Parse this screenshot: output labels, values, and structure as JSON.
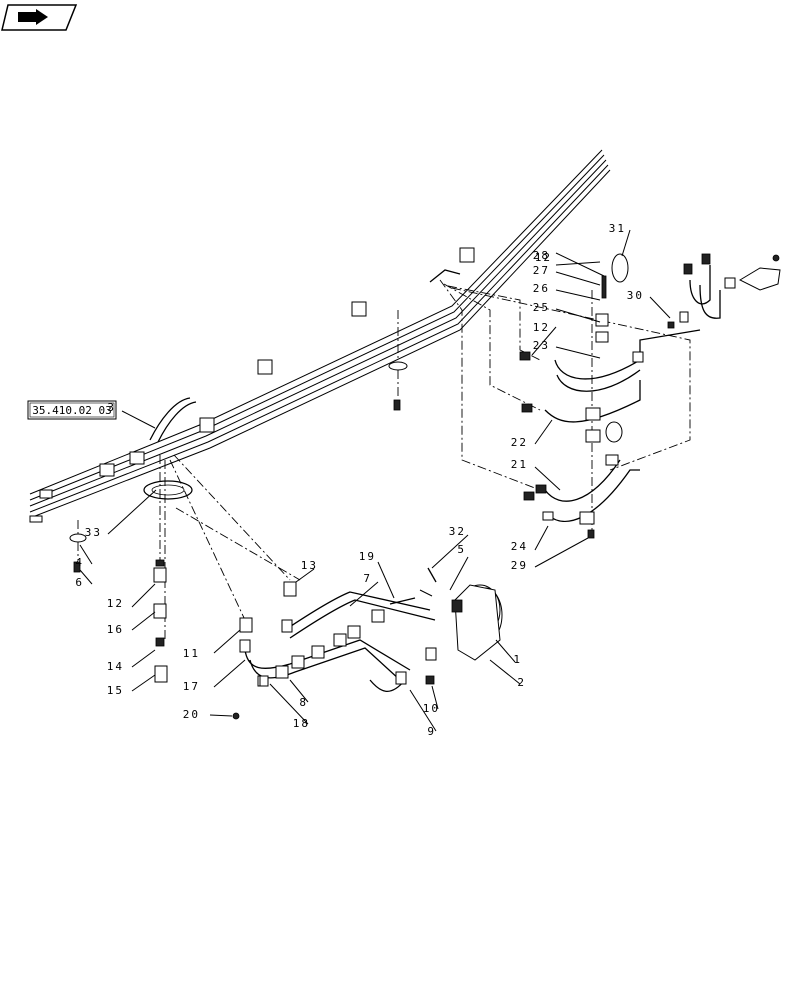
{
  "nav_icon": "page-back-arrow-icon",
  "reference_box": "35.410.02 03",
  "callouts": [
    "1",
    "2",
    "3",
    "4",
    "5",
    "6",
    "7",
    "8",
    "9",
    "10",
    "11",
    "12",
    "12",
    "12",
    "13",
    "14",
    "15",
    "16",
    "17",
    "18",
    "19",
    "20",
    "21",
    "22",
    "23",
    "24",
    "25",
    "26",
    "27",
    "28",
    "29",
    "30",
    "31",
    "32",
    "33"
  ]
}
